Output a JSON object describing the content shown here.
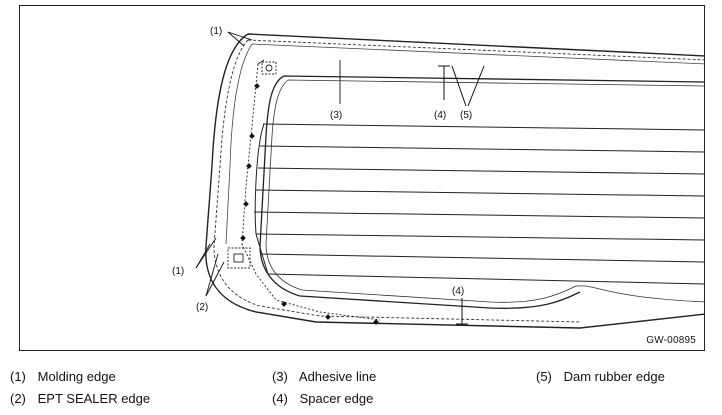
{
  "figure": {
    "reference_code": "GW-00895",
    "callouts": {
      "molding_top": "(1)",
      "molding_left": "(1)",
      "ept_sealer": "(2)",
      "adhesive_line": "(3)",
      "spacer_top": "(4)",
      "spacer_bottom": "(4)",
      "dam_rubber": "(5)"
    }
  },
  "legend": [
    {
      "num": "(1)",
      "text": "Molding edge"
    },
    {
      "num": "(2)",
      "text": "EPT SEALER edge"
    },
    {
      "num": "(3)",
      "text": "Adhesive line"
    },
    {
      "num": "(4)",
      "text": "Spacer edge"
    },
    {
      "num": "(5)",
      "text": "Dam rubber edge"
    }
  ]
}
